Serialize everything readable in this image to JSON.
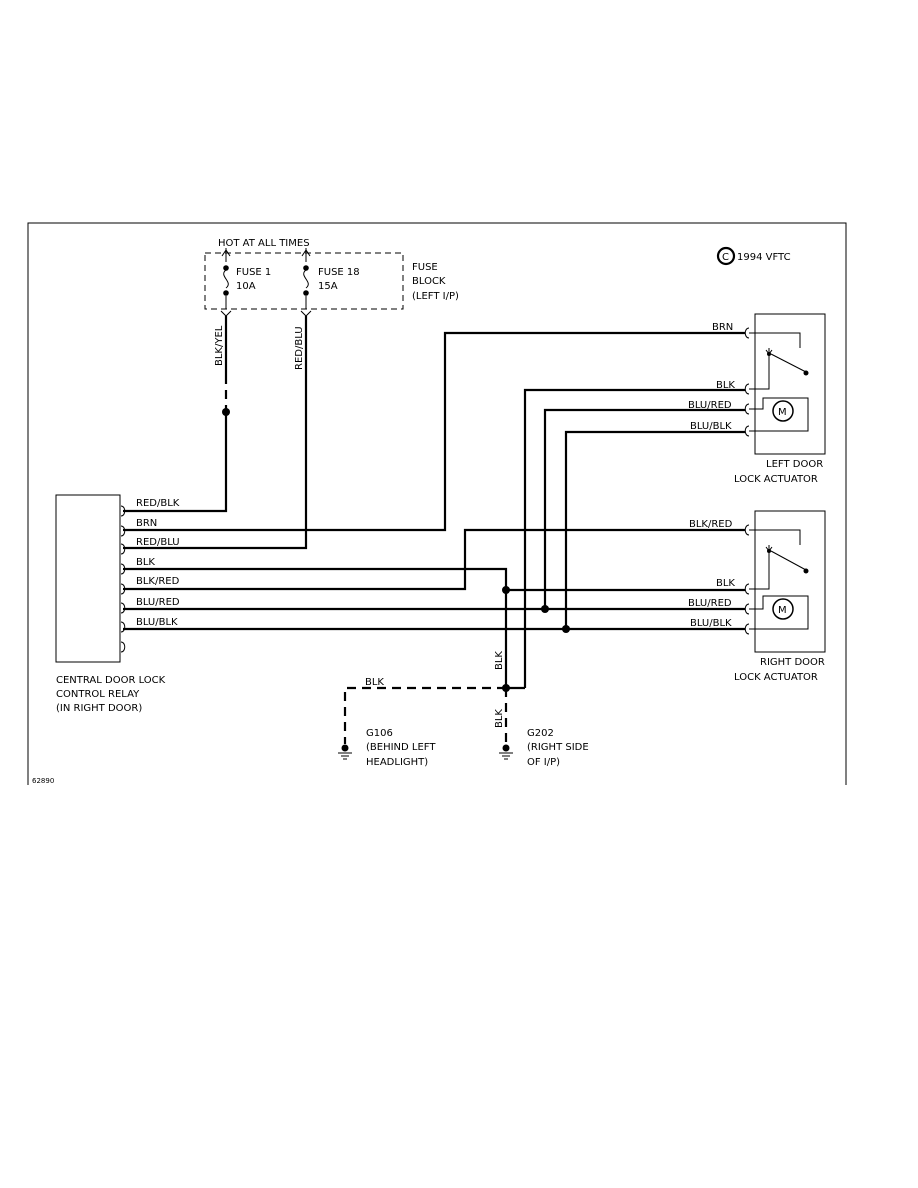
{
  "fuse_block": {
    "hot_label": "HOT AT ALL TIMES",
    "fuse1_name": "FUSE 1",
    "fuse1_rating": "10A",
    "fuse18_name": "FUSE 18",
    "fuse18_rating": "15A",
    "block_line1": "FUSE",
    "block_line2": "BLOCK",
    "block_line3": "(LEFT I/P)",
    "wire1": "BLK/YEL",
    "wire2": "RED/BLU"
  },
  "copyright": "1994 VFTC",
  "copyright_symbol": "C",
  "relay": {
    "pins": [
      "RED/BLK",
      "BRN",
      "RED/BLU",
      "BLK",
      "BLK/RED",
      "BLU/RED",
      "BLU/BLK"
    ],
    "label_line1": "CENTRAL DOOR LOCK",
    "label_line2": "CONTROL RELAY",
    "label_line3": "(IN RIGHT DOOR)"
  },
  "left_actuator": {
    "wires": [
      "BRN",
      "BLK",
      "BLU/RED",
      "BLU/BLK"
    ],
    "label_line1": "LEFT DOOR",
    "label_line2": "LOCK ACTUATOR",
    "motor_symbol": "M"
  },
  "right_actuator": {
    "wires": [
      "BLK/RED",
      "BLK",
      "BLU/RED",
      "BLU/BLK"
    ],
    "label_line1": "RIGHT DOOR",
    "label_line2": "LOCK ACTUATOR",
    "motor_symbol": "M"
  },
  "ground": {
    "wire_top": "BLK",
    "wire_vertical_upper": "BLK",
    "wire_vertical_lower": "BLK",
    "g106_line1": "G106",
    "g106_line2": "(BEHIND LEFT",
    "g106_line3": "HEADLIGHT)",
    "g202_line1": "G202",
    "g202_line2": "(RIGHT SIDE",
    "g202_line3": "OF I/P)"
  },
  "figure_id": "62890"
}
